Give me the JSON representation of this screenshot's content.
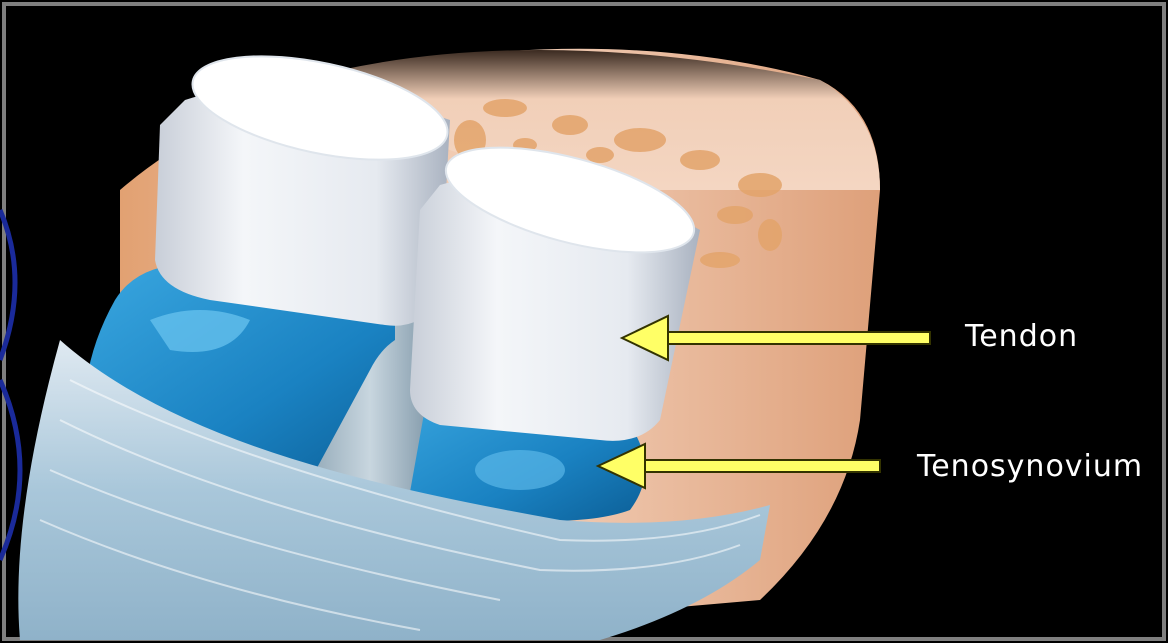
{
  "colors": {
    "background": "#000000",
    "frame": "#7f7f7f",
    "slide_accent": "#1a2a9a",
    "arrow": "#ffff66",
    "arrow_outline": "#333300",
    "tendon": "#f2f4f7",
    "tenosynovium": "#1f8fd0",
    "sheath": "#b9d3e3",
    "bone": "#e8b592"
  },
  "labels": {
    "tendon": "Tendon",
    "tenosynovium": "Tenosynovium"
  },
  "icons": {
    "tendon_arrow": "left-arrow",
    "tenosynovium_arrow": "left-arrow"
  }
}
